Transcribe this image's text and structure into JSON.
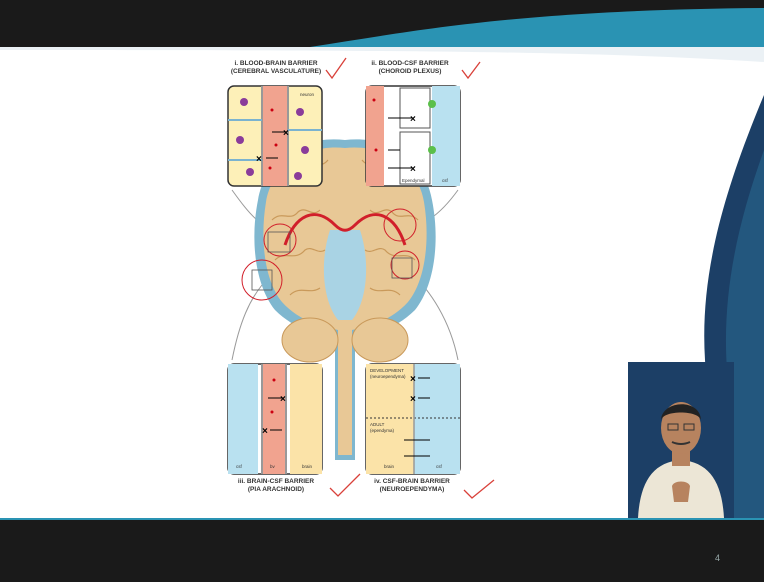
{
  "slide": {
    "number": "4"
  },
  "panels": {
    "p1": {
      "title_line1": "i. BLOOD-BRAIN BARRIER",
      "title_line2": "(CEREBRAL VASCULATURE)",
      "tag": "neuron"
    },
    "p2": {
      "title_line1": "ii. BLOOD-CSF BARRIER",
      "title_line2": "(CHOROID PLEXUS)",
      "tag_a": "Ependymal",
      "tag_b": "csf"
    },
    "p3": {
      "title_line1": "iii. BRAIN-CSF BARRIER",
      "title_line2": "(PIA ARACHNOID)",
      "tag_a": "csf",
      "tag_b": "brain",
      "tag_c": "bv"
    },
    "p4": {
      "title_line1": "iv. CSF-BRAIN BARRIER",
      "title_line2": "(NEUROEPENDYMA)",
      "dev_line1": "DEVELOPMENT",
      "dev_line2": "(neuroependyma)",
      "adult_line1": "ADULT",
      "adult_line2": "(ependyma)",
      "tag_a": "brain",
      "tag_b": "csf"
    }
  },
  "colors": {
    "teal": "#2a93b3",
    "navy": "#1c3f66",
    "check": "#d9413a",
    "dark": "#1a1a1a"
  }
}
